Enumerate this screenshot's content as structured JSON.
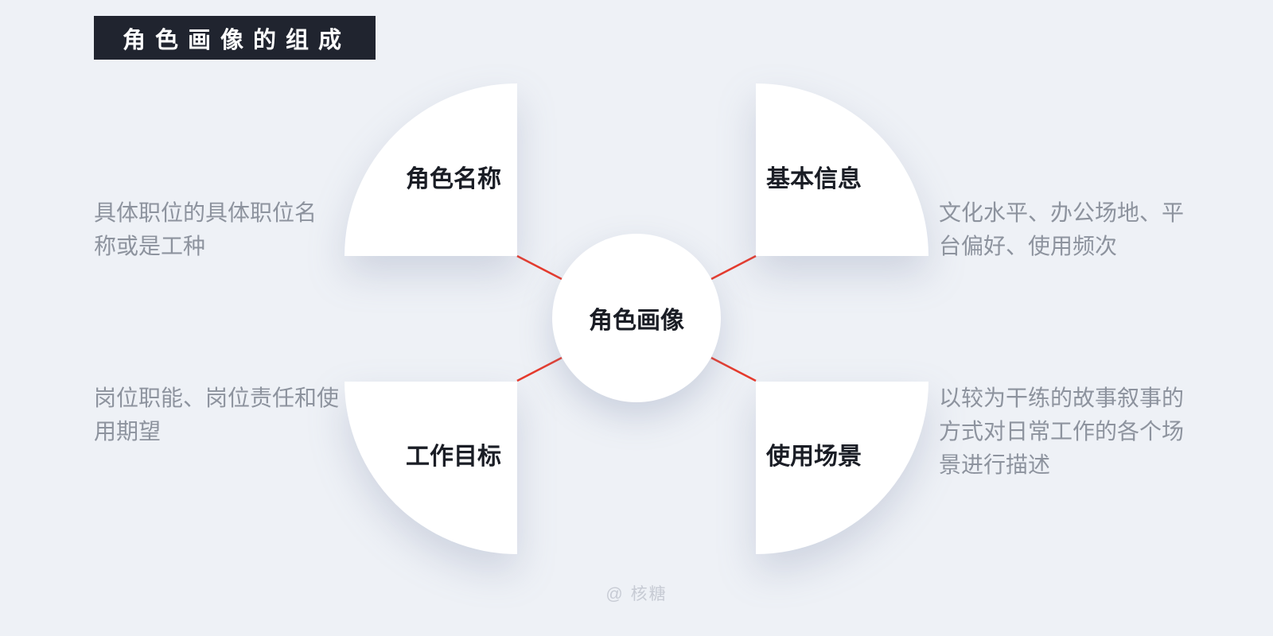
{
  "title": "角色画像的组成",
  "center": {
    "label": "角色画像"
  },
  "quadrants": [
    {
      "id": "role-name",
      "position": "top-left",
      "label": "角色名称",
      "description": "具体职位的具体职位名称或是工种"
    },
    {
      "id": "basic-info",
      "position": "top-right",
      "label": "基本信息",
      "description": "文化水平、办公场地、平台偏好、使用频次"
    },
    {
      "id": "work-goal",
      "position": "bottom-left",
      "label": "工作目标",
      "description": "岗位职能、岗位责任和使用期望"
    },
    {
      "id": "use-scene",
      "position": "bottom-right",
      "label": "使用场景",
      "description": "以较为干练的故事叙事的方式对日常工作的各个场景进行描述"
    }
  ],
  "watermark": "@ 核糖",
  "colors": {
    "background": "#eef1f6",
    "title_bg": "#20242f",
    "title_text": "#ffffff",
    "shape_fill": "#ffffff",
    "label_text": "#1a1d25",
    "description_text": "#8d939e",
    "connector_red": "#e73a2c",
    "watermark_text": "#c7cbd4"
  }
}
